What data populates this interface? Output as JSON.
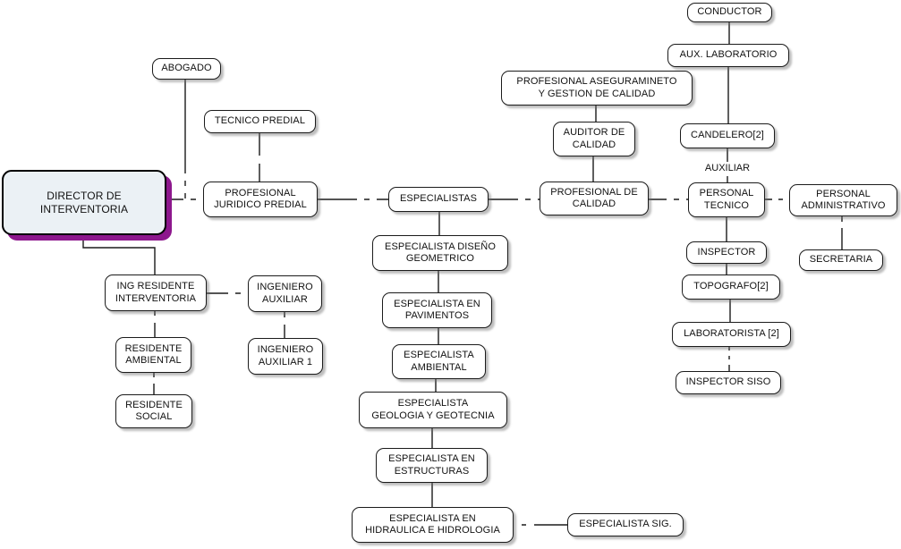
{
  "colors": {
    "node_fill": "#ffffff",
    "node_border": "#1b1b1b",
    "connector": "#1b1b1b",
    "selected_fill": "#ebf1f5",
    "selected_shadow": "#8d178d"
  },
  "edge_labels": {
    "auxiliar": "AUXILIAR"
  },
  "nodes": {
    "conductor": {
      "label": "CONDUCTOR"
    },
    "aux_laboratorio": {
      "label": "AUX. LABORATORIO"
    },
    "abogado": {
      "label": "ABOGADO"
    },
    "prof_aseguramiento": {
      "label": "PROFESIONAL ASEGURAMINETO\nY GESTION DE CALIDAD"
    },
    "tecnico_predial": {
      "label": "TECNICO PREDIAL"
    },
    "auditor_calidad": {
      "label": "AUDITOR DE\nCALIDAD"
    },
    "candelero": {
      "label": "CANDELERO[2]"
    },
    "director": {
      "label": "DIRECTOR DE\nINTERVENTORIA",
      "selected": true
    },
    "prof_juridico_predial": {
      "label": "PROFESIONAL\nJURIDICO PREDIAL"
    },
    "especialistas": {
      "label": "ESPECIALISTAS"
    },
    "prof_calidad": {
      "label": "PROFESIONAL DE\nCALIDAD"
    },
    "personal_tecnico": {
      "label": "PERSONAL\nTECNICO"
    },
    "personal_administrativo": {
      "label": "PERSONAL\nADMINISTRATIVO"
    },
    "inspector": {
      "label": "INSPECTOR"
    },
    "secretaria": {
      "label": "SECRETARIA"
    },
    "esp_diseno_geometrico": {
      "label": "ESPECIALISTA DISEÑO\nGEOMETRICO"
    },
    "ing_residente_interventoria": {
      "label": "ING RESIDENTE\nINTERVENTORIA"
    },
    "ingeniero_auxiliar": {
      "label": "INGENIERO\nAUXILIAR"
    },
    "topografo": {
      "label": "TOPOGRAFO[2]"
    },
    "esp_pavimentos": {
      "label": "ESPECIALISTA EN\nPAVIMENTOS"
    },
    "laboratorista": {
      "label": "LABORATORISTA [2]"
    },
    "residente_ambiental": {
      "label": "RESIDENTE\nAMBIENTAL"
    },
    "ingeniero_auxiliar_1": {
      "label": "INGENIERO\nAUXILIAR 1"
    },
    "esp_ambiental": {
      "label": "ESPECIALISTA\nAMBIENTAL"
    },
    "inspector_siso": {
      "label": "INSPECTOR SISO"
    },
    "esp_geologia_geotecnia": {
      "label": "ESPECIALISTA\nGEOLOGIA Y GEOTECNIA"
    },
    "residente_social": {
      "label": "RESIDENTE\nSOCIAL"
    },
    "esp_estructuras": {
      "label": "ESPECIALISTA EN\nESTRUCTURAS"
    },
    "esp_hidraulica_hidrologia": {
      "label": "ESPECIALISTA EN\nHIDRAULICA E HIDROLOGIA"
    },
    "esp_sig": {
      "label": "ESPECIALISTA SIG."
    }
  }
}
